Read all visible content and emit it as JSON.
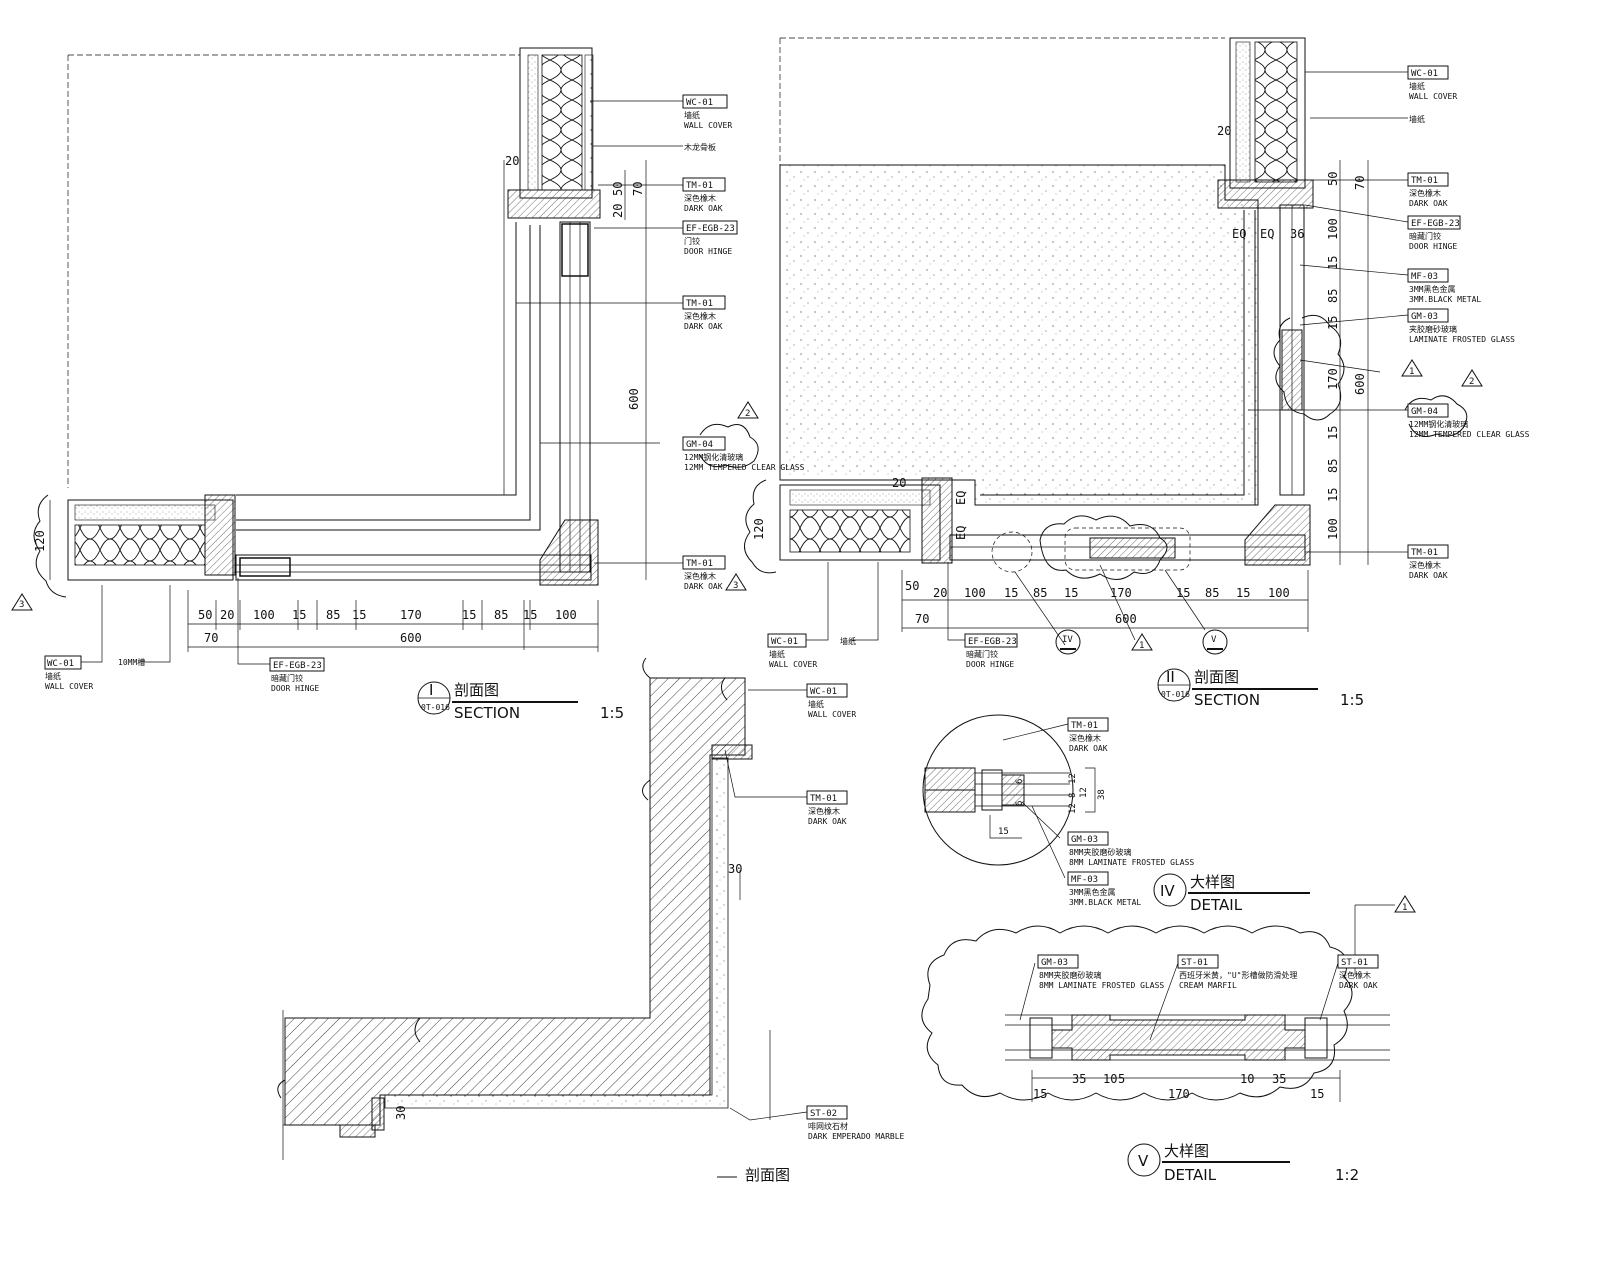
{
  "section_1": {
    "callouts": [
      {
        "code": "WC-01",
        "cn": "墙纸",
        "en": "WALL COVER",
        "note": "木龙骨板"
      },
      {
        "code": "TM-01",
        "cn": "深色橡木",
        "en": "DARK OAK"
      },
      {
        "code": "EF-EGB-23",
        "cn": "门铰",
        "en": "DOOR HINGE"
      },
      {
        "code": "TM-01",
        "cn": "深色橡木",
        "en": "DARK OAK"
      },
      {
        "code": "GM-04",
        "cn": "12MM钢化清玻璃",
        "en": "12MM TEMPERED CLEAR GLASS"
      },
      {
        "code": "TM-01",
        "cn": "深色橡木",
        "en": "DARK OAK"
      },
      {
        "code": "WC-01",
        "cn": "墙纸",
        "en": "WALL COVER"
      },
      {
        "code": "EF-EGB-23",
        "cn": "暗藏门铰",
        "en": "DOOR HINGE"
      }
    ],
    "extra_note": "10MM槽",
    "dims_bottom": [
      "50",
      "20",
      "100",
      "15",
      "85",
      "15",
      "170",
      "15",
      "85",
      "15",
      "100"
    ],
    "dim_70": "70",
    "dim_600": "600",
    "dims_top": [
      "20",
      "50",
      "70",
      "20"
    ],
    "dim_left": "120",
    "dim_vert_600": "600",
    "rev": [
      "2",
      "3"
    ],
    "title": {
      "num": "I",
      "sheet": "0T-016",
      "cn": "剖面图",
      "en": "SECTION",
      "scale": "1:5"
    }
  },
  "section_2": {
    "callouts": [
      {
        "code": "WC-01",
        "cn": "墙纸",
        "en": "WALL COVER",
        "note": "墙纸"
      },
      {
        "code": "TM-01",
        "cn": "深色橡木",
        "en": "DARK OAK"
      },
      {
        "code": "EF-EGB-23",
        "cn": "暗藏门铰",
        "en": "DOOR HINGE"
      },
      {
        "code": "MF-03",
        "cn": "3MM黑色金属",
        "en": "3MM.BLACK METAL"
      },
      {
        "code": "GM-03",
        "cn": "夹胶磨砂玻璃",
        "en": "LAMINATE FROSTED GLASS"
      },
      {
        "code": "GM-04",
        "cn": "12MM钢化清玻璃",
        "en": "12MM TEMPERED CLEAR GLASS"
      },
      {
        "code": "TM-01",
        "cn": "深色橡木",
        "en": "DARK OAK"
      },
      {
        "code": "WC-01",
        "cn": "墙纸",
        "en": "WALL COVER",
        "note": "墙纸"
      },
      {
        "code": "EF-EGB-23",
        "cn": "暗藏门铰",
        "en": "DOOR HINGE"
      }
    ],
    "dims_bottom": [
      "50",
      "20",
      "100",
      "15",
      "85",
      "15",
      "170",
      "15",
      "85",
      "15",
      "100"
    ],
    "dim_70": "70",
    "dim_600": "600",
    "dims_right": [
      "50",
      "70",
      "100",
      "15",
      "85",
      "15",
      "170",
      "15",
      "85",
      "15",
      "100"
    ],
    "dim_vert_600": "600",
    "eq": [
      "EQ",
      "EQ",
      "EQ",
      "EQ"
    ],
    "dim_36": "36",
    "dim_20a": "20",
    "dim_20b": "20",
    "dim_120": "120",
    "rev": [
      "1",
      "2",
      "3",
      "1"
    ],
    "detail_refs": [
      "IV",
      "V"
    ],
    "title": {
      "num": "II",
      "sheet": "0T-016",
      "cn": "剖面图",
      "en": "SECTION",
      "scale": "1:5"
    }
  },
  "section_3": {
    "callouts": [
      {
        "code": "WC-01",
        "cn": "墙纸",
        "en": "WALL COVER"
      },
      {
        "code": "TM-01",
        "cn": "深色橡木",
        "en": "DARK OAK"
      },
      {
        "code": "ST-02",
        "cn": "啡网纹石材",
        "en": "DARK EMPERADO MARBLE"
      }
    ],
    "dim_30a": "30",
    "dim_30b": "30",
    "title_partial": "剖面图"
  },
  "detail_4": {
    "callouts": [
      {
        "code": "TM-01",
        "cn": "深色橡木",
        "en": "DARK OAK"
      },
      {
        "code": "GM-03",
        "cn": "8MM夹胶磨砂玻璃",
        "en": "8MM LAMINATE FROSTED GLASS"
      },
      {
        "code": "MF-03",
        "cn": "3MM黑色金属",
        "en": "3MM.BLACK METAL"
      }
    ],
    "dims": [
      "12",
      "6",
      "12",
      "8",
      "12",
      "6",
      "38",
      "15"
    ],
    "title": {
      "num": "IV",
      "cn": "大样图",
      "en": "DETAIL"
    }
  },
  "detail_5": {
    "callouts": [
      {
        "code": "GM-03",
        "cn": "8MM夹胶磨砂玻璃",
        "en": "8MM LAMINATE FROSTED GLASS"
      },
      {
        "code": "ST-01",
        "cn": "西班牙米黄，\"U\"形槽做防滑处理",
        "en": "CREAM MARFIL"
      },
      {
        "code": "ST-01",
        "cn": "深色橡木",
        "en": "DARK OAK"
      }
    ],
    "dims": [
      "15",
      "35",
      "10",
      "5",
      "170",
      "10",
      "35",
      "15"
    ],
    "rev": "1",
    "title": {
      "num": "V",
      "cn": "大样图",
      "en": "DETAIL",
      "scale": "1:2"
    }
  }
}
